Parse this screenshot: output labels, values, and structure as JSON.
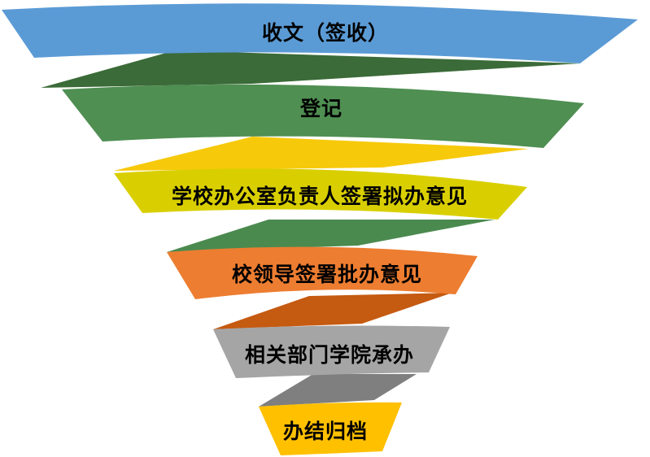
{
  "title": "公文处理流程",
  "steps": [
    {
      "label": "收文（签收）",
      "color": "#5b9bd5",
      "fold_color": "#3b6b38"
    },
    {
      "label": "登记",
      "color": "#4f8f52",
      "fold_color": "#f7c90b"
    },
    {
      "label": "学校办公室负责人签署拟办意见",
      "color": "#d9cf00",
      "fold_color": "#4b8a4f"
    },
    {
      "label": "校领导签署批办意见",
      "color": "#ed7d31",
      "fold_color": "#c55a11"
    },
    {
      "label": "相关部门学院承办",
      "color": "#a5a5a5",
      "fold_color": "#7f7f7f"
    },
    {
      "label": "办结归档",
      "color": "#ffc000",
      "fold_color": null
    }
  ]
}
